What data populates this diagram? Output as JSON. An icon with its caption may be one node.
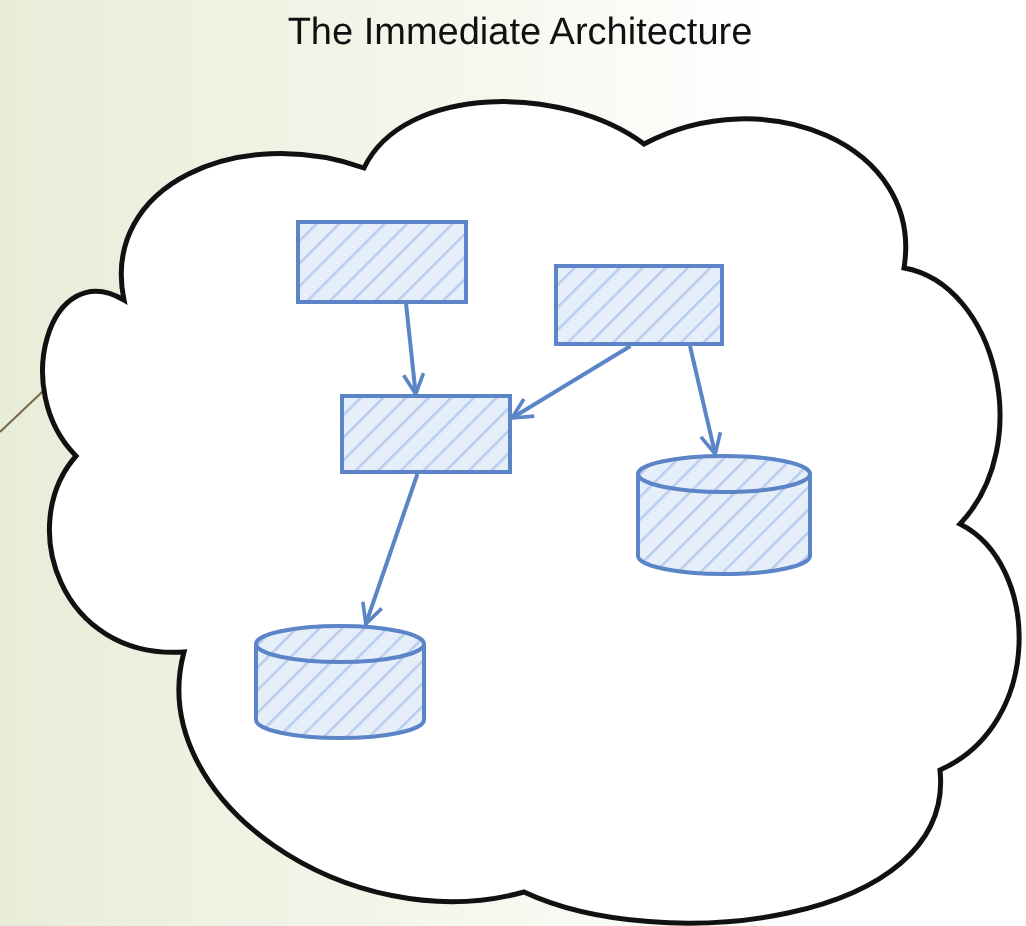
{
  "diagram": {
    "title": "The Immediate Architecture",
    "nodes": [
      {
        "text": [],
        "shape": "cloud"
      },
      {
        "text": [],
        "shape": "box",
        "in": 0
      },
      {
        "text": [],
        "shape": "box",
        "in": 0
      },
      {
        "text": [],
        "shape": "box",
        "in": 0
      },
      {
        "text": [],
        "shape": "cylinder",
        "in": 0
      },
      {
        "text": [],
        "shape": "cylinder",
        "in": 0
      }
    ],
    "edges": [
      {
        "from": 1,
        "to": 3,
        "arrow": "to"
      },
      {
        "from": 2,
        "to": 3,
        "arrow": "to"
      },
      {
        "from": 2,
        "to": 4,
        "arrow": "to"
      },
      {
        "from": 3,
        "to": 5,
        "arrow": "to"
      }
    ]
  }
}
